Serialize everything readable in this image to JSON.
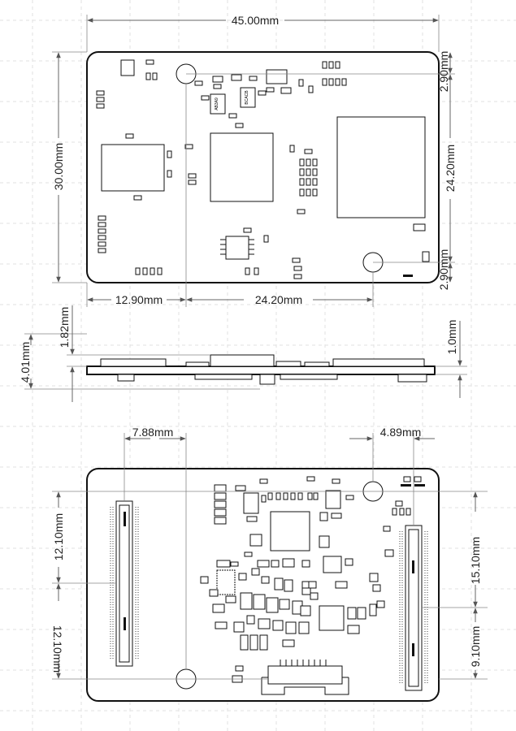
{
  "top_view": {
    "width_label": "45.00mm",
    "height_label": "30.00mm",
    "hole_top_offset_label": "2.90mm",
    "hole_spacing_vertical_label": "24.20mm",
    "hole_bottom_offset_label": "2.90mm",
    "hole_left_offset_label": "12.90mm",
    "hole_spacing_horizontal_label": "24.20mm",
    "marking_left": "AB3A9",
    "marking_right": "BCACB"
  },
  "side_view": {
    "top_height_label": "1.82mm",
    "total_height_label": "4.01mm",
    "board_thickness_label": "1.0mm"
  },
  "bottom_view": {
    "left_connector_offset_label": "7.88mm",
    "right_connector_offset_label": "4.89mm",
    "left_upper_label": "12.10mm",
    "left_lower_label": "12.10mm",
    "right_upper_label": "15.10mm",
    "right_lower_label": "9.10mm"
  }
}
